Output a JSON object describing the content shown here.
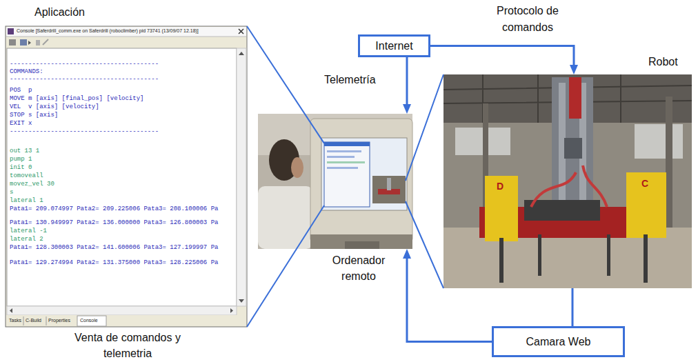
{
  "diagram": {
    "nodes": [
      {
        "text": [
          "Aplicación",
          "Console [Saferdrill_comm.exe on Saferdrill (roboclimber) pid 73741 (13/09/07 12.18)]",
          "----------------------------------------",
          "COMMANDS:",
          "----------------------------------------",
          "POS  p",
          "MOVE m [axis] [final_pos] [velocity]",
          "VEL  v [axis] [velocity]",
          "STOP s [axis]",
          "EXIT x",
          "----------------------------------------",
          "out 13 1",
          "pump 1",
          "init 0",
          "tomoveall",
          "movez_vel 30",
          "s",
          "lateral 1",
          "Pata1= 209.074997 Pata2= 209.225006 Pata3= 208.100006 Pa",
          "Pata1= 130.949997 Pata2= 136.000000 Pata3= 126.800003 Pa",
          "lateral -1",
          "lateral 2",
          "Pata1= 128.300003 Pata2= 141.600006 Pata3= 127.199997 Pa",
          "Pata1= 129.274994 Pata2= 131.375000 Pata3= 128.225006 Pa",
          "Tasks",
          "C-Build",
          "Properties",
          "Console",
          "Venta de comandos y telemetria"
        ]
      },
      {
        "text": [
          "Internet"
        ]
      },
      {
        "text": [
          "Ordenador remoto"
        ]
      },
      {
        "text": [
          "Robot"
        ]
      },
      {
        "text": [
          "Camara Web"
        ]
      }
    ],
    "edges": [
      {
        "from": 1,
        "to": 2,
        "arrow": "to",
        "label": "Telemetría"
      },
      {
        "from": 1,
        "to": 3,
        "arrow": "to",
        "label": "Protocolo de comandos"
      },
      {
        "from": 3,
        "to": 4,
        "arrow": "none"
      },
      {
        "from": 4,
        "to": 2,
        "arrow": "to"
      },
      {
        "from": 0,
        "to": 2,
        "arrow": "none"
      },
      {
        "from": 0,
        "to": 2,
        "arrow": "none"
      },
      {
        "from": 3,
        "to": 2,
        "arrow": "none"
      },
      {
        "from": 3,
        "to": 2,
        "arrow": "none"
      }
    ],
    "labels": [
      "D",
      "C"
    ]
  }
}
